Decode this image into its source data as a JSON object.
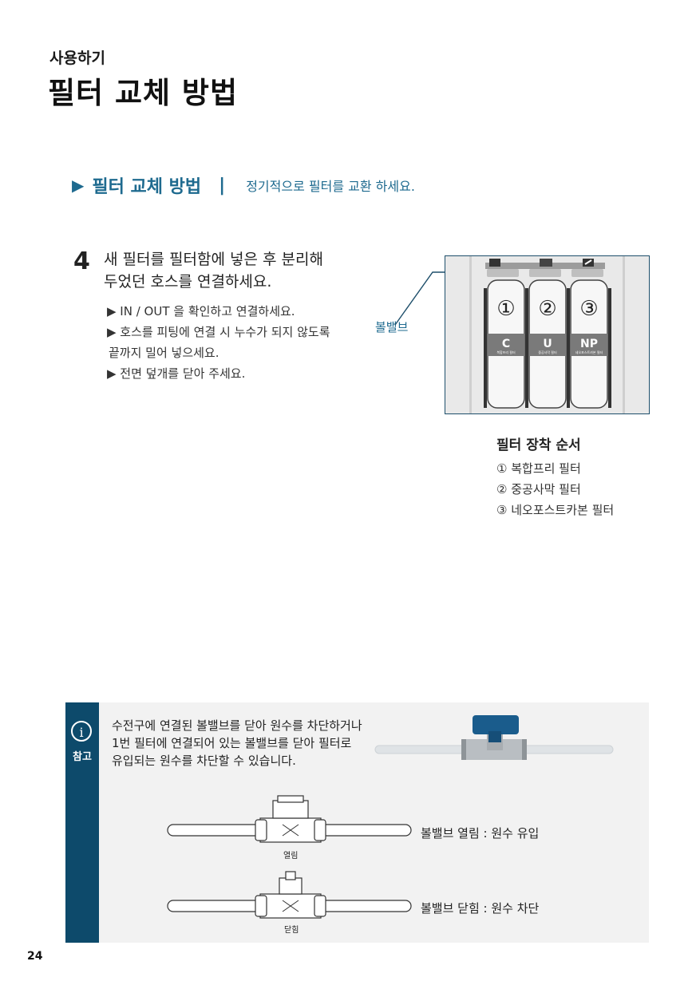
{
  "header": {
    "kicker": "사용하기",
    "title": "필터 교체 방법"
  },
  "section": {
    "arrow": "▶",
    "title": "필터 교체 방법",
    "separator": "|",
    "description": "정기적으로 필터를 교환 하세요."
  },
  "step": {
    "number": "4",
    "lines": [
      "새 필터를 필터함에 넣은 후 분리해",
      "두었던 호스를 연결하세요."
    ],
    "bullets": [
      "▶ IN / OUT 을 확인하고 연결하세요.",
      "▶ 호스를 피팅에 연결 시 누수가 되지 않도록",
      "끝까지 밀어 넣으세요.",
      "▶ 전면 덮개를 닫아 주세요."
    ]
  },
  "photo": {
    "valve_label": "볼밸브",
    "filters": [
      {
        "number": "①",
        "code": "C",
        "label": "복합프리 필터"
      },
      {
        "number": "②",
        "code": "U",
        "label": "중공사막 필터"
      },
      {
        "number": "③",
        "code": "NP",
        "label": "네오포스트카본 필터"
      }
    ]
  },
  "order": {
    "title": "필터 장착 순서",
    "items": [
      "① 복합프리 필터",
      "② 중공사막 필터",
      "③ 네오포스트카본 필터"
    ]
  },
  "note": {
    "icon": "info-icon",
    "label": "참고",
    "lines": [
      "수전구에 연결된 볼밸브를 닫아 원수를 차단하거나",
      "1번 필터에 연결되어 있는 볼밸브를 닫아 필터로",
      "유입되는 원수를 차단할 수 있습니다."
    ],
    "open_small": "열림",
    "open_caption": "볼밸브 열림 : 원수 유입",
    "close_small": "닫힘",
    "close_caption": "볼밸브 닫힘 : 원수 차단"
  },
  "page_number": "24",
  "colors": {
    "accent": "#1e6a8f",
    "note_side": "#0d4a6b",
    "valve_handle": "#1a5c8c"
  }
}
